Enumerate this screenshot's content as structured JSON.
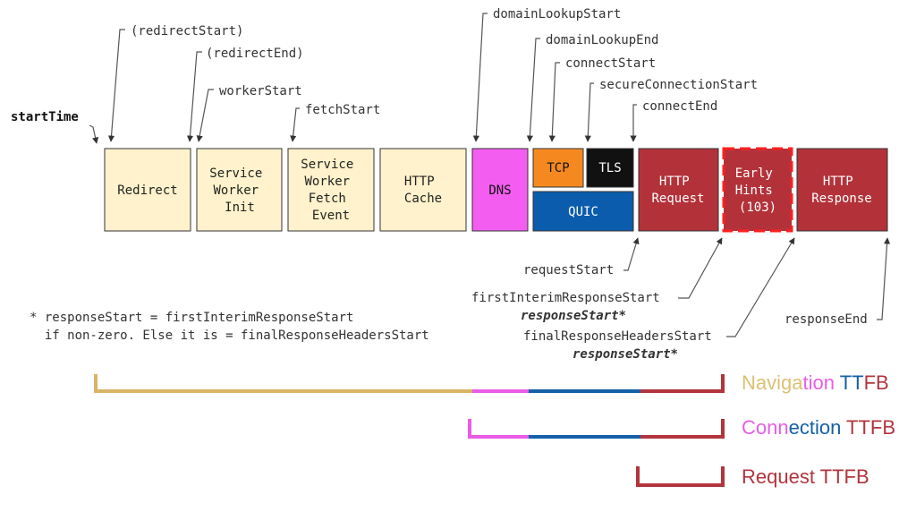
{
  "labels": {
    "start_time": "startTime",
    "redirect_start": "(redirectStart)",
    "redirect_end": "(redirectEnd)",
    "worker_start": "workerStart",
    "fetch_start": "fetchStart",
    "domain_lookup_start": "domainLookupStart",
    "domain_lookup_end": "domainLookupEnd",
    "connect_start": "connectStart",
    "secure_connection_start": "secureConnectionStart",
    "connect_end": "connectEnd",
    "request_start": "requestStart",
    "first_interim_response_start": "firstInterimResponseStart",
    "response_start_a": "responseStart*",
    "final_response_headers_start": "finalResponseHeadersStart",
    "response_start_b": "responseStart*",
    "response_end": "responseEnd"
  },
  "boxes": {
    "redirect": "Redirect",
    "sw_init": [
      "Service",
      "Worker",
      "Init"
    ],
    "sw_fetch": [
      "Service",
      "Worker",
      "Fetch",
      "Event"
    ],
    "http_cache": [
      "HTTP",
      "Cache"
    ],
    "dns": "DNS",
    "tcp": "TCP",
    "tls": "TLS",
    "quic": "QUIC",
    "http_request": [
      "HTTP",
      "Request"
    ],
    "early_hints": [
      "Early",
      "Hints",
      "(103)"
    ],
    "http_response": [
      "HTTP",
      "Response"
    ]
  },
  "footnote": {
    "line1": "* responseStart = firstInterimResponseStart",
    "line2": "  if non-zero. Else it is = finalResponseHeadersStart"
  },
  "ttfb": {
    "navigation": [
      {
        "text": "Naviga",
        "color": "#dcc073"
      },
      {
        "text": "tion",
        "color": "#ea5ce6"
      },
      {
        "text": " ",
        "color": "#333333"
      },
      {
        "text": "TT",
        "color": "#1560a8"
      },
      {
        "text": "FB",
        "color": "#b3343c"
      }
    ],
    "connection": [
      {
        "text": "Conn",
        "color": "#ea5ce6"
      },
      {
        "text": "ection",
        "color": "#1560a8"
      },
      {
        "text": " ",
        "color": "#333333"
      },
      {
        "text": "TTFB",
        "color": "#b3343c"
      }
    ],
    "request": [
      {
        "text": "Request TTFB",
        "color": "#b3343c"
      }
    ]
  },
  "colors": {
    "cream": "#fff2cc",
    "dns_pink": "#f45ef0",
    "tcp_orange": "#f5891f",
    "tls_black": "#111111",
    "quic_blue": "#0b5cad",
    "http_red": "#b3323a",
    "early_hints_border": "#ff1f1f",
    "bracket_gold": "#d9b464",
    "bracket_pink": "#ea5ce6",
    "bracket_blue": "#1560a8",
    "bracket_red": "#b3343c",
    "label_gray": "#333333"
  }
}
